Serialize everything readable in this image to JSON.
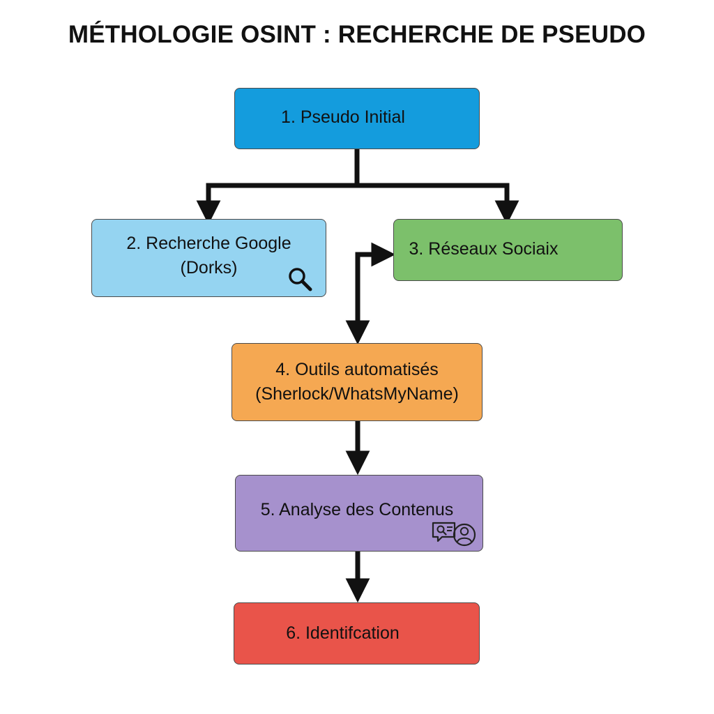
{
  "title": "MÉTHOLOGIE OSINT : RECHERCHE DE PSEUDO",
  "nodes": [
    {
      "lines": [
        "1. Pseudo Initial"
      ],
      "color": "#149cdd"
    },
    {
      "lines": [
        "2. Recherche Google",
        "(Dorks)"
      ],
      "color": "#95d4f1",
      "icon": "search-icon"
    },
    {
      "lines": [
        "3. Réseaux Sociaix"
      ],
      "color": "#7cc06b"
    },
    {
      "lines": [
        "4. Outils automatisés",
        "(Sherlock/WhatsMyName)"
      ],
      "color": "#f5a852"
    },
    {
      "lines": [
        "5. Analyse des Contenus"
      ],
      "color": "#a691cd",
      "icon": "chat-user-icon"
    },
    {
      "lines": [
        "6. Identifcation"
      ],
      "color": "#e9544a"
    }
  ],
  "connectors": [
    {
      "from": "1",
      "to": "2"
    },
    {
      "from": "1",
      "to": "3"
    },
    {
      "from": "3",
      "to": "4",
      "bidirectional": true
    },
    {
      "from": "4",
      "to": "5"
    },
    {
      "from": "5",
      "to": "6"
    }
  ]
}
